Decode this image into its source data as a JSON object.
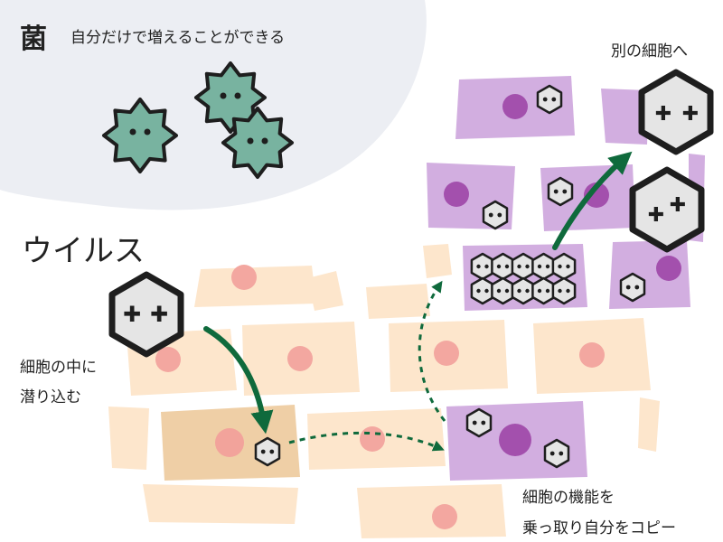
{
  "bacteria": {
    "kanji": "菌",
    "caption": "自分だけで増えることができる"
  },
  "virus": {
    "title": "ウイルス",
    "caption_line1": "細胞の中に",
    "caption_line2": "潜り込む"
  },
  "copy_caption": {
    "line1": "細胞の機能を",
    "line2": "乗っ取り自分をコピー"
  },
  "spread_caption": "別の細胞へ",
  "colors": {
    "bacteria_region": "#eceef3",
    "bacterium_fill": "#78b3a0",
    "outline": "#1e1e1e",
    "healthy_cell": "#fde6cc",
    "healthy_nucleus": "#f3a7a0",
    "entered_cell": "#efcfa6",
    "entered_nucleus": "#f2a39b",
    "infected_cell": "#d2aee0",
    "infected_nucleus": "#a350ad",
    "virus_fill": "#e5e5e5",
    "arrow": "#0f6a3c"
  }
}
